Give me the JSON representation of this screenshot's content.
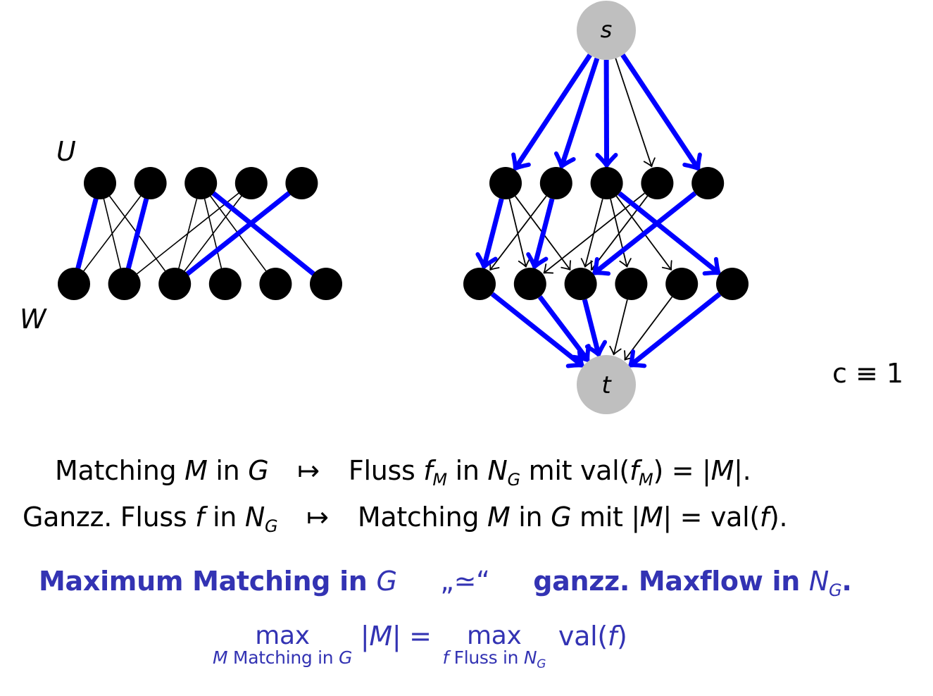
{
  "colors": {
    "matching_edge": "#0000ff",
    "normal_edge": "#000000",
    "vertex": "#000000",
    "terminal_vertex": "#bfbfbf",
    "highlight_text": "#3333b3"
  },
  "bipartite_graph": {
    "label_U": "U",
    "label_W": "W",
    "U": [
      "u1",
      "u2",
      "u3",
      "u4",
      "u5"
    ],
    "W": [
      "w1",
      "w2",
      "w3",
      "w4",
      "w5",
      "w6"
    ],
    "edges": [
      {
        "u": 0,
        "w": 0,
        "matched": true
      },
      {
        "u": 0,
        "w": 1,
        "matched": false
      },
      {
        "u": 0,
        "w": 2,
        "matched": false
      },
      {
        "u": 1,
        "w": 0,
        "matched": false
      },
      {
        "u": 1,
        "w": 1,
        "matched": true
      },
      {
        "u": 2,
        "w": 2,
        "matched": false
      },
      {
        "u": 2,
        "w": 3,
        "matched": false
      },
      {
        "u": 2,
        "w": 4,
        "matched": false
      },
      {
        "u": 2,
        "w": 5,
        "matched": true
      },
      {
        "u": 3,
        "w": 1,
        "matched": false
      },
      {
        "u": 3,
        "w": 2,
        "matched": false
      },
      {
        "u": 4,
        "w": 2,
        "matched": true
      }
    ]
  },
  "flow_network": {
    "source_label": "s",
    "sink_label": "t",
    "capacity_label": "c ≡ 1",
    "source_edges_flow": [
      1,
      1,
      1,
      0,
      1
    ],
    "sink_edges_flow": [
      1,
      1,
      1,
      0,
      0,
      1
    ]
  },
  "text": {
    "line1": {
      "left_a": "Matching ",
      "left_M": "M",
      "left_b": " in ",
      "left_G": "G",
      "arrow": "↦",
      "right_a": "Fluss ",
      "right_f": "f",
      "right_fsub": "M",
      "right_b": " in ",
      "right_N": "N",
      "right_Nsub": "G",
      "right_c": " mit val(",
      "right_f2": "f",
      "right_f2sub": "M",
      "right_d": ") = |",
      "right_M": "M",
      "right_e": "|."
    },
    "line2": {
      "left_a": "Ganzz. Fluss ",
      "left_f": "f",
      "left_b": " in ",
      "left_N": "N",
      "left_Nsub": "G",
      "arrow": "↦",
      "right_a": "Matching ",
      "right_M": "M",
      "right_b": " in ",
      "right_G": "G",
      "right_c": " mit |",
      "right_M2": "M",
      "right_d": "| = val(",
      "right_f": "f",
      "right_e": ")."
    },
    "line3": {
      "left": "Maximum Matching in ",
      "left_G": "G",
      "sim": "„≃“",
      "right": "ganzz. Maxflow in ",
      "right_N": "N",
      "right_Nsub": "G",
      "right_end": "."
    },
    "line4": {
      "max1": "max",
      "sub1_M": "M",
      "sub1_text": " Matching in ",
      "sub1_G": "G",
      "mid_a": "|",
      "mid_M": "M",
      "mid_b": "| =",
      "max2": "max",
      "sub2_f": "f",
      "sub2_text": " Fluss in ",
      "sub2_N": "N",
      "sub2_Nsub": "G",
      "end_a": "val(",
      "end_f": "f",
      "end_b": ")"
    }
  }
}
